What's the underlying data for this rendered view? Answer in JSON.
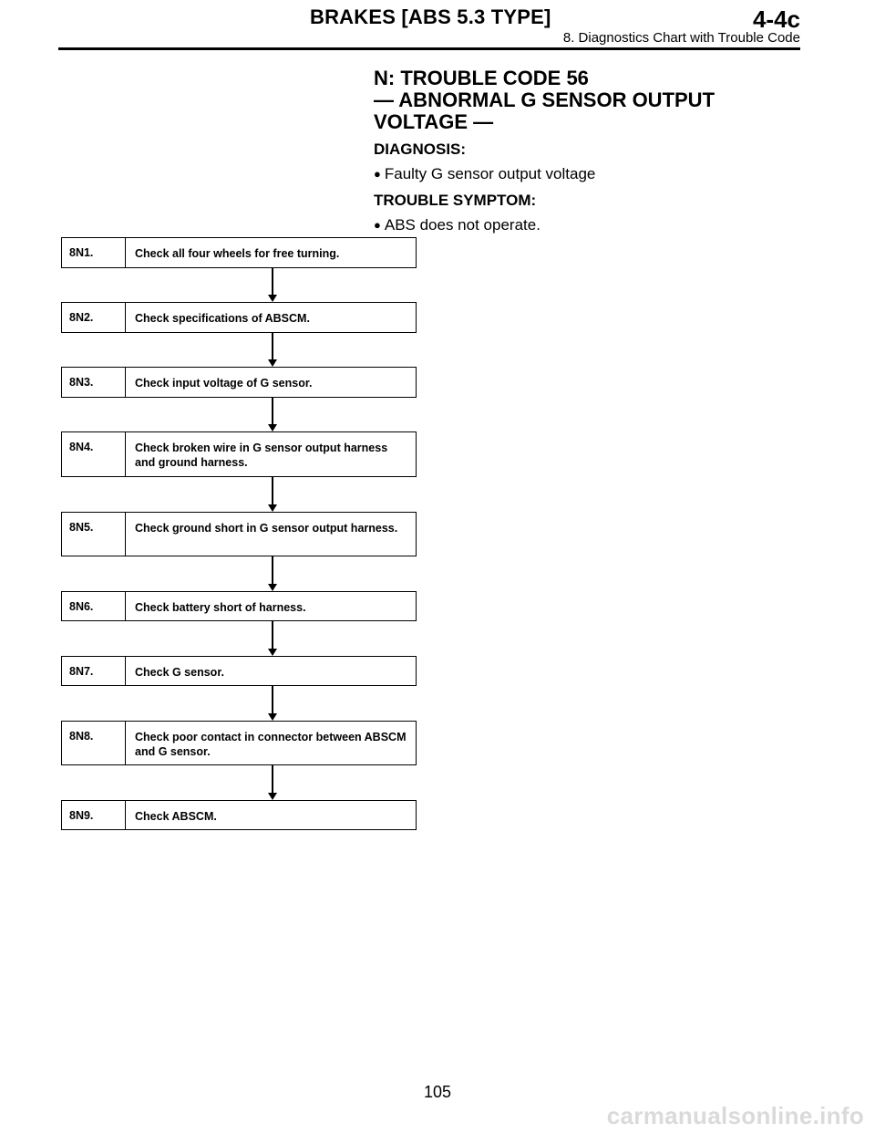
{
  "header": {
    "title": "BRAKES [ABS 5.3 TYPE]",
    "code": "4-4c",
    "subtitle": "8. Diagnostics Chart with Trouble Code"
  },
  "section": {
    "title_lines": [
      "N: TROUBLE CODE 56",
      "— ABNORMAL G SENSOR OUTPUT",
      "VOLTAGE —"
    ],
    "diagnosis_heading": "DIAGNOSIS:",
    "diagnosis_items": [
      "Faulty G sensor output voltage"
    ],
    "symptom_heading": "TROUBLE SYMPTOM:",
    "symptom_items": [
      "ABS does not operate."
    ],
    "bullet_glyph": "●"
  },
  "flow_steps": [
    {
      "num": "8N1.",
      "text": "Check all four wheels for free turning."
    },
    {
      "num": "8N2.",
      "text": "Check specifications of ABSCM."
    },
    {
      "num": "8N3.",
      "text": "Check input voltage of G sensor."
    },
    {
      "num": "8N4.",
      "text": "Check broken wire in G sensor output harness and ground harness."
    },
    {
      "num": "8N5.",
      "text": "Check ground short in G sensor output harness."
    },
    {
      "num": "8N6.",
      "text": "Check battery short of harness."
    },
    {
      "num": "8N7.",
      "text": "Check G sensor."
    },
    {
      "num": "8N8.",
      "text": "Check poor contact in connector between ABSCM and G sensor."
    },
    {
      "num": "8N9.",
      "text": "Check ABSCM."
    }
  ],
  "page_number": "105",
  "watermark": "carmanualsonline.info"
}
